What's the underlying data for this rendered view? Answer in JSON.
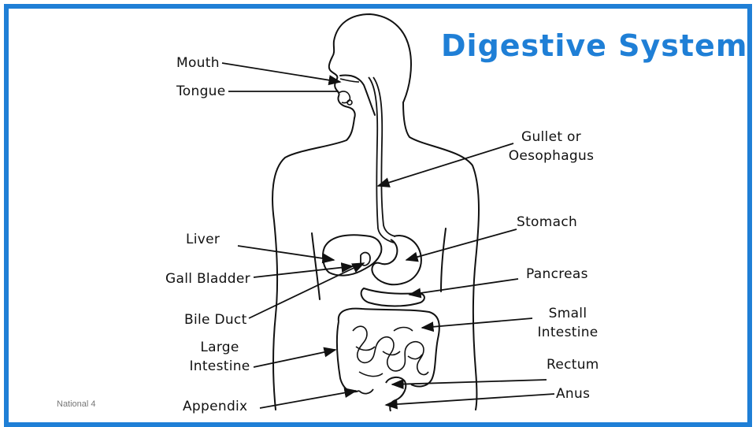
{
  "title": "Digestive System",
  "title_color": "#1f7fd6",
  "frame_color": "#1f7fd6",
  "footer": "National 4",
  "labels": {
    "mouth": "Mouth",
    "tongue": "Tongue",
    "gullet_line1": "Gullet or",
    "gullet_line2": "Oesophagus",
    "liver": "Liver",
    "stomach": "Stomach",
    "gall_bladder": "Gall Bladder",
    "pancreas": "Pancreas",
    "bile_duct": "Bile Duct",
    "small_intestine_line1": "Small",
    "small_intestine_line2": "Intestine",
    "large_intestine_line1": "Large",
    "large_intestine_line2": "Intestine",
    "rectum": "Rectum",
    "appendix": "Appendix",
    "anus": "Anus"
  }
}
